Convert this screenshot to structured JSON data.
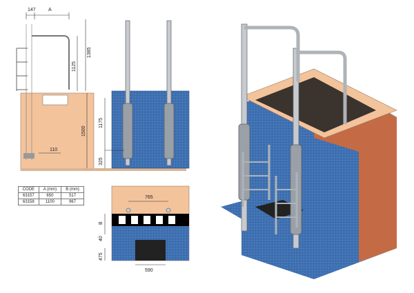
{
  "dimensions": {
    "elev_147": "147",
    "elev_A": "A",
    "elev_1125": "1125",
    "elev_1385": "1385",
    "elev_1500": "1500",
    "elev_110": "110",
    "front_1175": "1175",
    "front_325": "325",
    "plan_765": "765",
    "plan_B": "B",
    "plan_40": "40",
    "plan_475": "475",
    "plan_590": "590"
  },
  "table": {
    "headers": [
      "CODE",
      "A (mm)",
      "B (mm)"
    ],
    "rows": [
      [
        "63157",
        "650",
        "517"
      ],
      [
        "63158",
        "1100",
        "967"
      ]
    ]
  },
  "colors": {
    "tile": "#3b6fb0",
    "wall": "#f3c39c",
    "wall_dark": "#c46b45",
    "steel": "#c7cbd0"
  }
}
